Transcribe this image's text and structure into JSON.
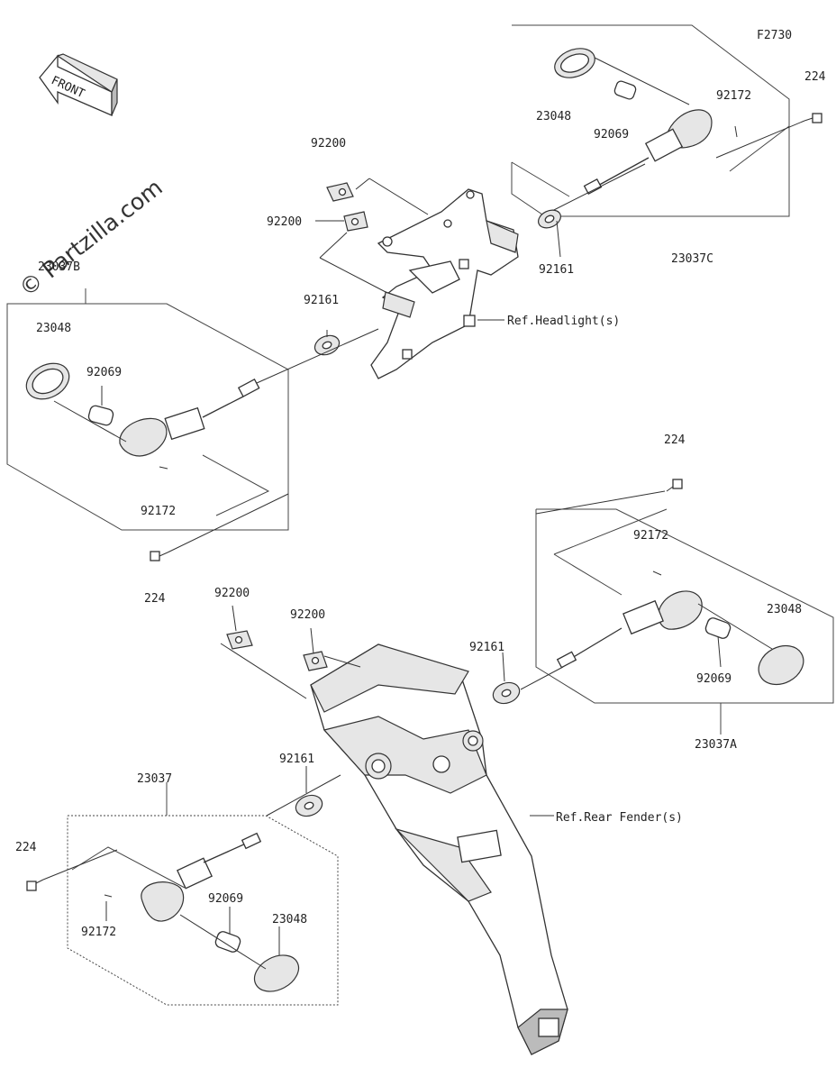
{
  "diagram_code": "F2730",
  "watermark": "© Partzilla.com",
  "front_label": "FRONT",
  "refs": {
    "headlight": "Ref.Headlight(s)",
    "rear_fender": "Ref.Rear Fender(s)"
  },
  "assemblies": {
    "front_right": "23037C",
    "front_left": "23037B",
    "rear_right": "23037A",
    "rear_left": "23037"
  },
  "parts": {
    "lens": "23048",
    "bulb": "92069",
    "screw": "92172",
    "bolt": "224",
    "grommet": "92161",
    "damper": "92200"
  }
}
